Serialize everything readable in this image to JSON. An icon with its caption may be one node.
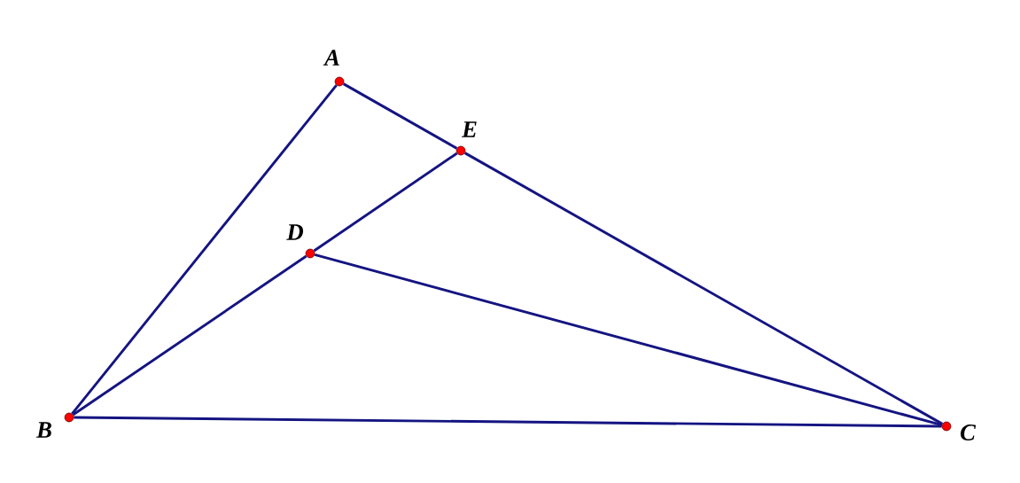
{
  "diagram": {
    "nodes": [
      {
        "text": [
          "A"
        ]
      },
      {
        "text": [
          "B"
        ]
      },
      {
        "text": [
          "C"
        ]
      },
      {
        "text": [
          "D"
        ]
      },
      {
        "text": [
          "E"
        ]
      }
    ],
    "edges": [
      {
        "from": 0,
        "to": 1,
        "arrow": "none"
      },
      {
        "from": 0,
        "to": 4,
        "arrow": "none"
      },
      {
        "from": 4,
        "to": 2,
        "arrow": "none"
      },
      {
        "from": 1,
        "to": 3,
        "arrow": "none"
      },
      {
        "from": 3,
        "to": 4,
        "arrow": "none"
      },
      {
        "from": 3,
        "to": 2,
        "arrow": "none"
      },
      {
        "from": 1,
        "to": 2,
        "arrow": "none"
      }
    ]
  }
}
